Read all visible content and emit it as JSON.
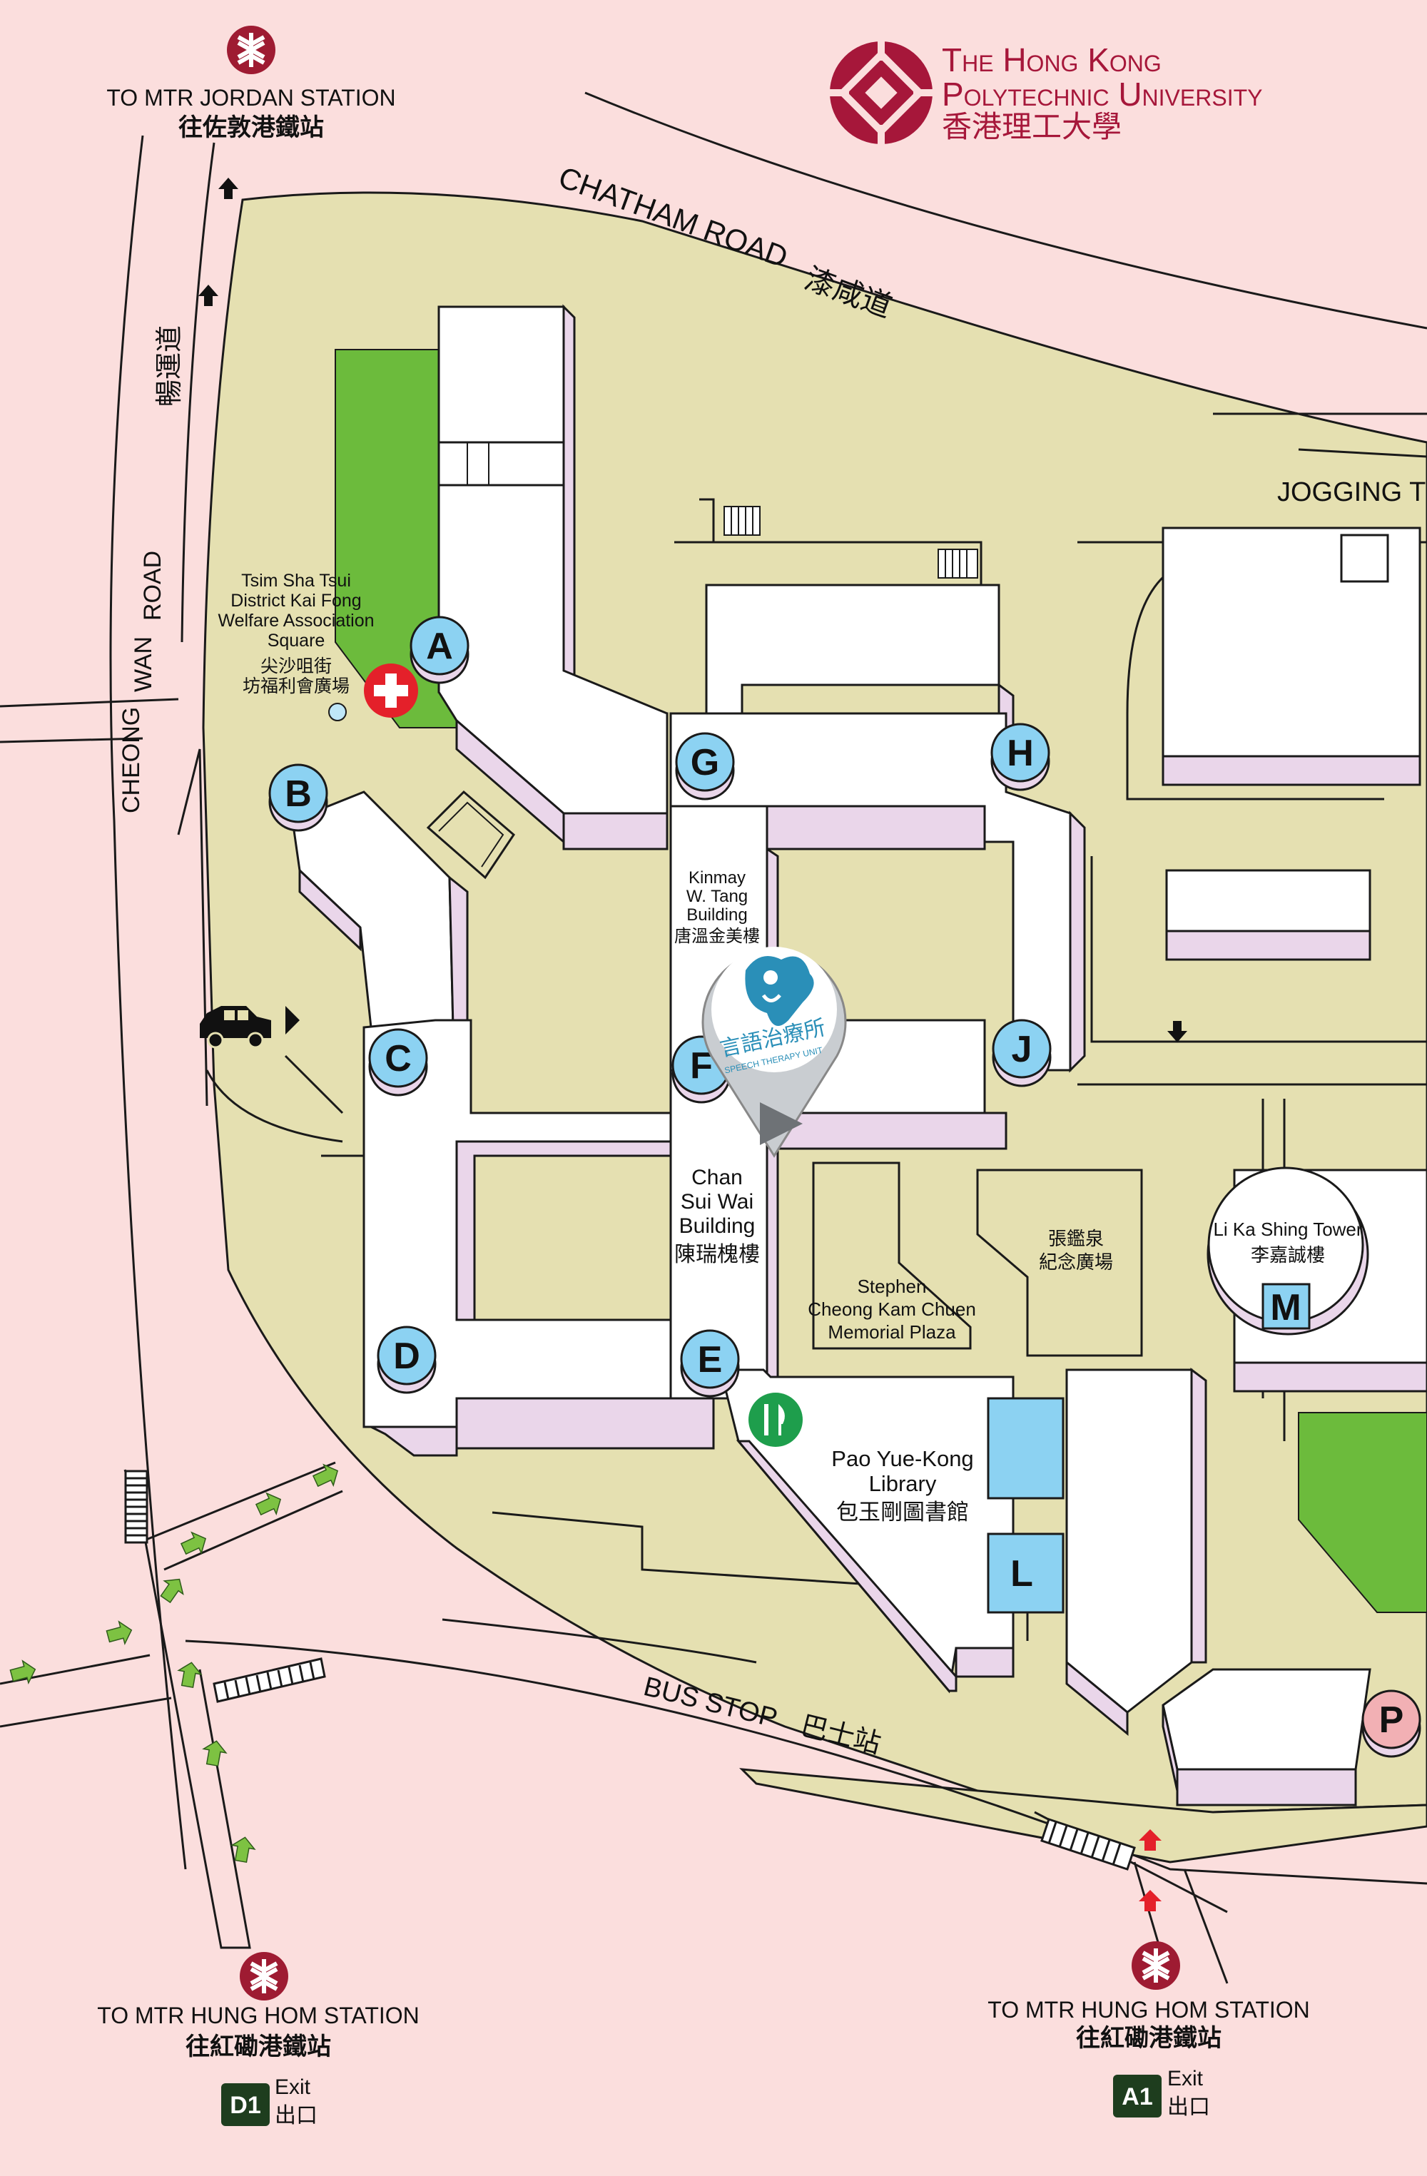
{
  "university": {
    "name_en_line1": "The Hong Kong",
    "name_en_line2": "Polytechnic University",
    "name_zh": "香港理工大學"
  },
  "roads": {
    "chatham_en": "CHATHAM  ROAD",
    "chatham_zh": "漆咸道",
    "cheong_wan_1": "CHEONG",
    "cheong_wan_2": "WAN",
    "cheong_wan_3": "ROAD",
    "cheong_wan_zh": "暢運道",
    "bus_stop_en": "BUS STOP",
    "bus_stop_zh": "巴士站",
    "jogging": "JOGGING T"
  },
  "mtr": {
    "jordan_en": "TO MTR JORDAN STATION",
    "jordan_zh": "往佐敦港鐵站",
    "hunghom_left_en": "TO MTR HUNG HOM STATION",
    "hunghom_left_zh": "往紅磡港鐵站",
    "hunghom_right_en": "TO MTR HUNG HOM STATION",
    "hunghom_right_zh": "往紅磡港鐵站",
    "exit_d1_code": "D1",
    "exit_a1_code": "A1",
    "exit_en": "Exit",
    "exit_zh": "出口"
  },
  "places": {
    "square_en_1": "Tsim Sha Tsui",
    "square_en_2": "District Kai Fong",
    "square_en_3": "Welfare Association",
    "square_en_4": "Square",
    "square_zh_1": "尖沙咀街",
    "square_zh_2": "坊福利會廣場",
    "kinmay_1": "Kinmay",
    "kinmay_2": "W. Tang",
    "kinmay_3": "Building",
    "kinmay_zh": "唐溫金美樓",
    "chan_1": "Chan",
    "chan_2": "Sui Wai",
    "chan_3": "Building",
    "chan_zh": "陳瑞槐樓",
    "stephen_1": "Stephen",
    "stephen_2": "Cheong Kam Chuen",
    "stephen_3": "Memorial Plaza",
    "stephen_zh_1": "張鑑泉",
    "stephen_zh_2": "紀念廣場",
    "library_1": "Pao Yue-Kong",
    "library_2": "Library",
    "library_zh": "包玉剛圖書館",
    "lks_en": "Li Ka Shing Tower",
    "lks_zh": "李嘉誠樓"
  },
  "wings": [
    "A",
    "B",
    "C",
    "D",
    "E",
    "F",
    "G",
    "H",
    "J",
    "L",
    "M",
    "P"
  ],
  "pin": {
    "zh": "言語治療所",
    "en": "SPEECH THERAPY UNIT"
  },
  "colors": {
    "background": "#fbdedd",
    "campus": "#e5e0b1",
    "green": "#6cbb3c",
    "wing_blue": "#8cd2f2",
    "wing_pink": "#f2b0b4",
    "logo_red": "#a6173a",
    "mtr_red": "#9e1b32",
    "exit_green": "#1e3d1e",
    "teal_logo": "#2a8fb8"
  },
  "icons": [
    "mtr-icon",
    "taxi-icon",
    "first-aid-icon",
    "restaurant-icon",
    "arrow-up-icon",
    "speech-therapy-pin-icon"
  ]
}
